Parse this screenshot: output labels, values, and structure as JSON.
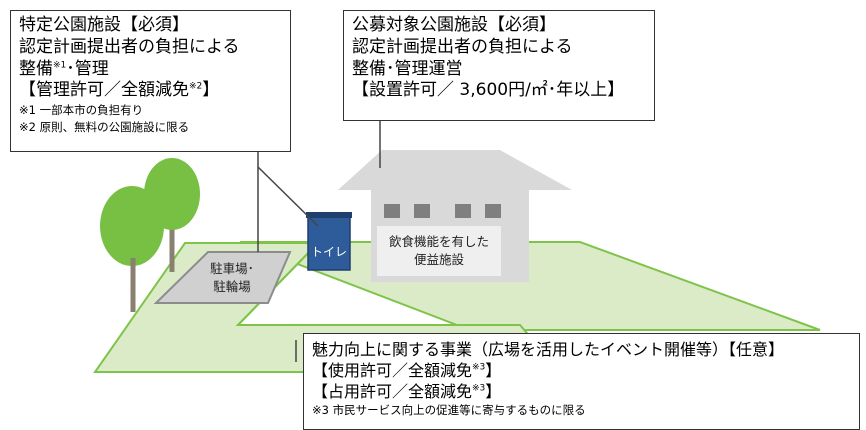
{
  "callouts": {
    "left": {
      "title": "特定公園施設【必須】",
      "line2": "認定計画提出者の負担による",
      "line3_pre": "整備",
      "line3_sup": "※1",
      "line3_post": "･管理",
      "line4_pre": "【管理許可／全額減免",
      "line4_sup": "※2",
      "line4_post": "】",
      "note1": "※1 一部本市の負担有り",
      "note2": "※2 原則、無料の公園施設に限る"
    },
    "right": {
      "title": "公募対象公園施設【必須】",
      "line2": "認定計画提出者の負担による",
      "line3": "整備･管理運営",
      "line4": "【設置許可／ 3,600円/㎡･年以上】"
    },
    "bottom": {
      "title": "魅力向上に関する事業（広場を活用したイベント開催等）【任意】",
      "line2_pre": "【使用許可／全額減免",
      "line2_sup": "※3",
      "line2_post": "】",
      "line3_pre": "【占用許可／全額減免",
      "line3_sup": "※3",
      "line3_post": "】",
      "note": "※3 市民サービス向上の促進等に寄与するものに限る"
    }
  },
  "labels": {
    "toilet": "トイレ",
    "food_line1": "飲食機能を有した",
    "food_line2": "便益施設",
    "parking_line1": "駐車場･",
    "parking_line2": "駐輪場"
  },
  "colors": {
    "park_fill": "#dcebc7",
    "park_stroke": "#7fc44a",
    "tree": "#77c043",
    "trunk": "#8a8070",
    "building": "#d9d9d9",
    "window": "#7f7f7f",
    "toilet": "#2e5b9a",
    "parking": "#d0d0d0"
  }
}
